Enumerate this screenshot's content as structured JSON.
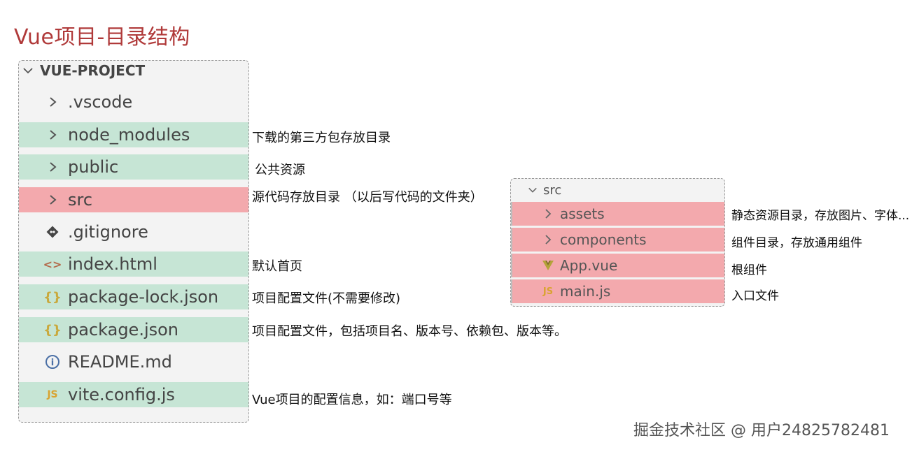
{
  "title": "Vue项目-目录结构",
  "tree": {
    "root_label": "VUE-PROJECT",
    "items": [
      {
        "label": ".vscode",
        "icon": "chevron-right-icon",
        "annotation": ""
      },
      {
        "label": "node_modules",
        "icon": "chevron-right-icon",
        "annotation": "下载的第三方包存放目录"
      },
      {
        "label": "public",
        "icon": "chevron-right-icon",
        "annotation": "公共资源"
      },
      {
        "label": "src",
        "icon": "chevron-right-icon",
        "annotation": "源代码存放目录 （以后写代码的文件夹）"
      },
      {
        "label": ".gitignore",
        "icon": "git-icon",
        "annotation": ""
      },
      {
        "label": "index.html",
        "icon": "html-icon",
        "annotation": "默认首页"
      },
      {
        "label": "package-lock.json",
        "icon": "json-icon",
        "annotation": "项目配置文件(不需要修改)"
      },
      {
        "label": "package.json",
        "icon": "json-icon",
        "annotation": "项目配置文件，包括项目名、版本号、依赖包、版本等。"
      },
      {
        "label": "README.md",
        "icon": "info-icon",
        "annotation": ""
      },
      {
        "label": "vite.config.js",
        "icon": "js-icon",
        "annotation": "Vue项目的配置信息，如：端口号等"
      }
    ]
  },
  "src_tree": {
    "root_label": "src",
    "items": [
      {
        "label": "assets",
        "icon": "chevron-right-icon",
        "annotation": "静态资源目录，存放图片、字体..."
      },
      {
        "label": "components",
        "icon": "chevron-right-icon",
        "annotation": "组件目录，存放通用组件"
      },
      {
        "label": "App.vue",
        "icon": "vue-icon",
        "annotation": "根组件"
      },
      {
        "label": "main.js",
        "icon": "js-icon",
        "annotation": "入口文件"
      }
    ]
  },
  "icon_glyphs": {
    "html": "<>",
    "json": "{}",
    "js": "JS",
    "info": "i"
  },
  "watermark": "掘金技术社区 @ 用户24825782481",
  "colors": {
    "title": "#b03a3a",
    "panel_bg": "#f3f3f3",
    "green_highlight": "#c6e5d5",
    "red_highlight": "#f3a9ad",
    "icon_gray": "#6a6a6a",
    "json_yellow": "#c9a93d",
    "js_yellow": "#d9a330",
    "vue_green": "#b4a33a"
  }
}
